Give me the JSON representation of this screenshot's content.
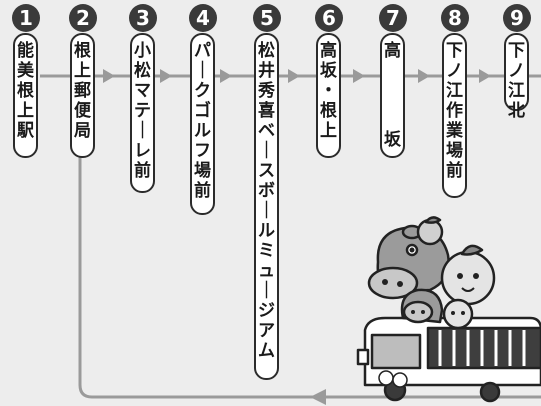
{
  "stations": [
    {
      "number": "1",
      "name": "能美根上駅"
    },
    {
      "number": "2",
      "name": "根上郵便局"
    },
    {
      "number": "3",
      "name": "小松マテーレ前"
    },
    {
      "number": "4",
      "name": "パークゴルフ場前"
    },
    {
      "number": "5",
      "name": "松井秀喜ベースボールミュージアム"
    },
    {
      "number": "6",
      "name": "高坂・根上"
    },
    {
      "number": "7",
      "name": "高坂"
    },
    {
      "number": "8",
      "name": "下ノ江作業場前"
    },
    {
      "number": "9",
      "name": "下ノ江北"
    }
  ],
  "colors": {
    "route_line": "#9a9a9a",
    "badge": "#3a3a3a",
    "background": "#ededed"
  },
  "illustration": {
    "name": "bus-with-mascots"
  }
}
